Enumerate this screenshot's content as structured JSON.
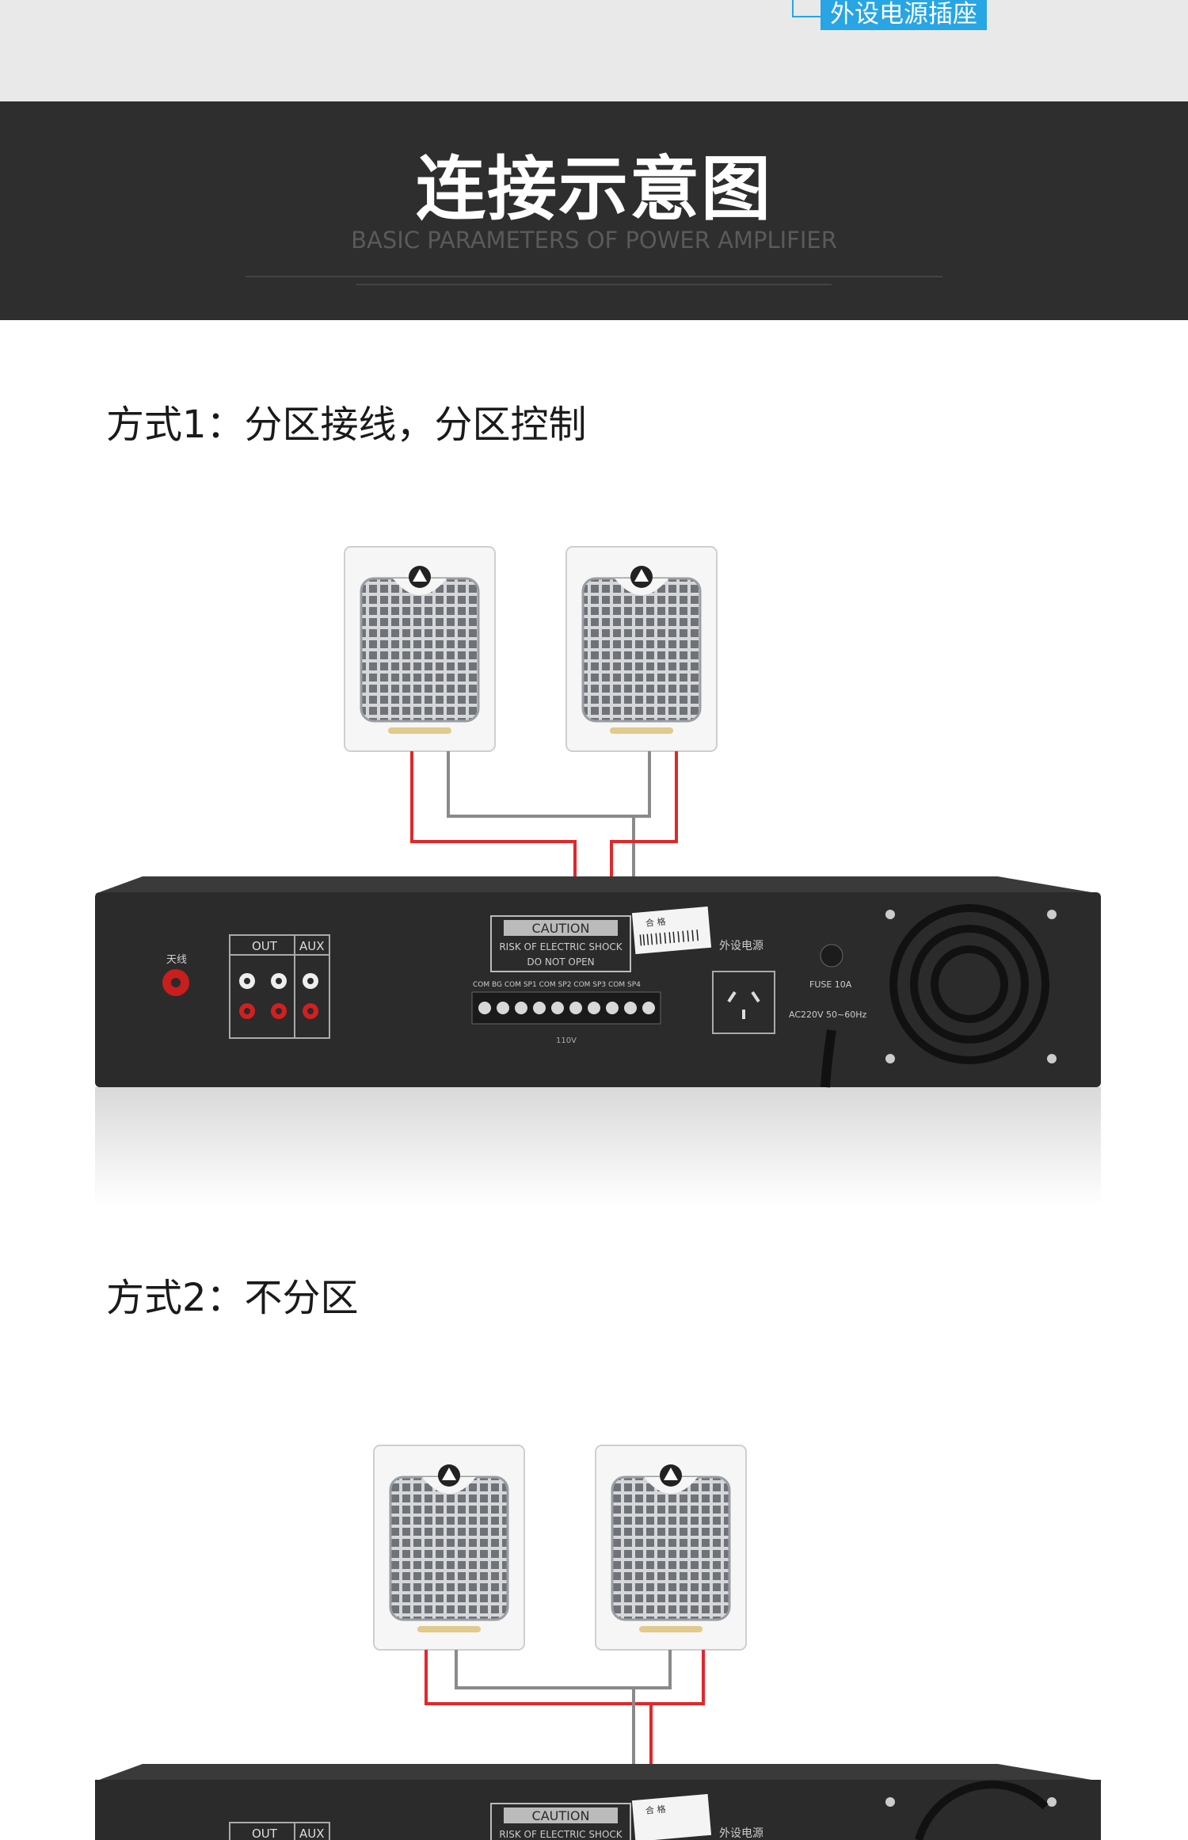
{
  "callout": {
    "label": "外设电源插座"
  },
  "header": {
    "title": "连接示意图",
    "subtitle": "BASIC PARAMETERS OF POWER AMPLIFIER"
  },
  "methods": [
    {
      "label": "方式1：分区接线，分区控制"
    },
    {
      "label": "方式2：不分区"
    }
  ],
  "amplifier": {
    "antenna_label": "天线",
    "out_label": "OUT",
    "aux_label": "AUX",
    "caution_title": "CAUTION",
    "caution_line1": "RISK OF ELECTRIC SHOCK",
    "caution_line2": "DO NOT OPEN",
    "terminal_labels": "COM BG COM SP1 COM SP2 COM SP3 COM SP4",
    "voltage_label": "110V",
    "qc_label": "合 格",
    "outlet_label": "外设电源",
    "fuse_label": "FUSE 10A",
    "ac_label": "AC220V 50~60Hz"
  },
  "colors": {
    "accent": "#27a5e4",
    "wire_red": "#e0282b",
    "wire_gray": "#8a8a8a",
    "panel": "#2b2b2b"
  }
}
